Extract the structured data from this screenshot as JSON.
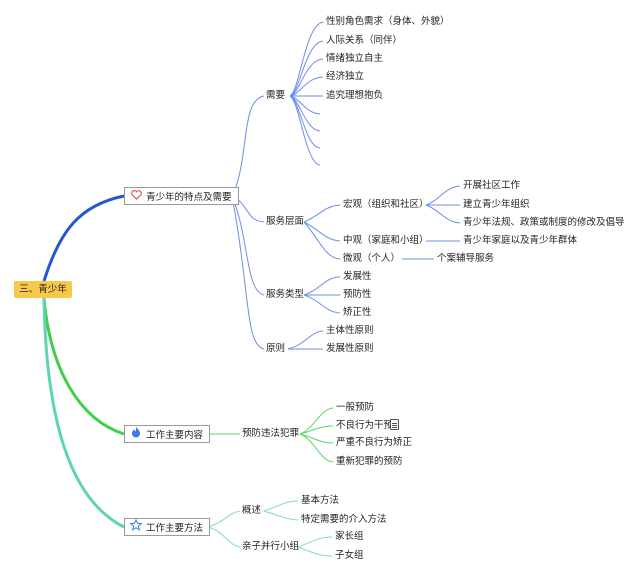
{
  "root": {
    "label": "三、青少年"
  },
  "branches": [
    {
      "label": "青少年的特点及需要",
      "icon": "heart-icon",
      "color": "#2456d6",
      "children": [
        {
          "label": "需要",
          "children": [
            "性别角色需求（身体、外貌）",
            "人际关系（同伴）",
            "情绪独立自主",
            "经济独立",
            "追究理想抱负",
            "",
            "",
            "",
            ""
          ]
        },
        {
          "label": "服务层面",
          "children": [
            {
              "label": "宏观（组织和社区）",
              "children": [
                "开展社区工作",
                "建立青少年组织",
                "青少年法规、政策或制度的修改及倡导"
              ]
            },
            {
              "label": "中观（家庭和小组）",
              "children": [
                "青少年家庭以及青少年群体"
              ]
            },
            {
              "label": "微观（个人）",
              "children": [
                "个案辅导服务"
              ]
            }
          ]
        },
        {
          "label": "服务类型",
          "children": [
            "发展性",
            "预防性",
            "矫正性"
          ]
        },
        {
          "label": "原则",
          "children": [
            "主体性原则",
            "发展性原则"
          ]
        }
      ]
    },
    {
      "label": "工作主要内容",
      "icon": "flame-icon",
      "color": "#3fcf4a",
      "children": [
        {
          "label": "预防违法犯罪",
          "children": [
            "一般预防",
            "不良行为干预",
            "严重不良行为矫正",
            "重新犯罪的预防"
          ]
        }
      ]
    },
    {
      "label": "工作主要方法",
      "icon": "star-icon",
      "color": "#5fd4b3",
      "children": [
        {
          "label": "概述",
          "children": [
            "基本方法",
            "特定需要的介入方法"
          ]
        },
        {
          "label": "亲子并行小组",
          "children": [
            "家长组",
            "子女组"
          ]
        }
      ]
    }
  ]
}
